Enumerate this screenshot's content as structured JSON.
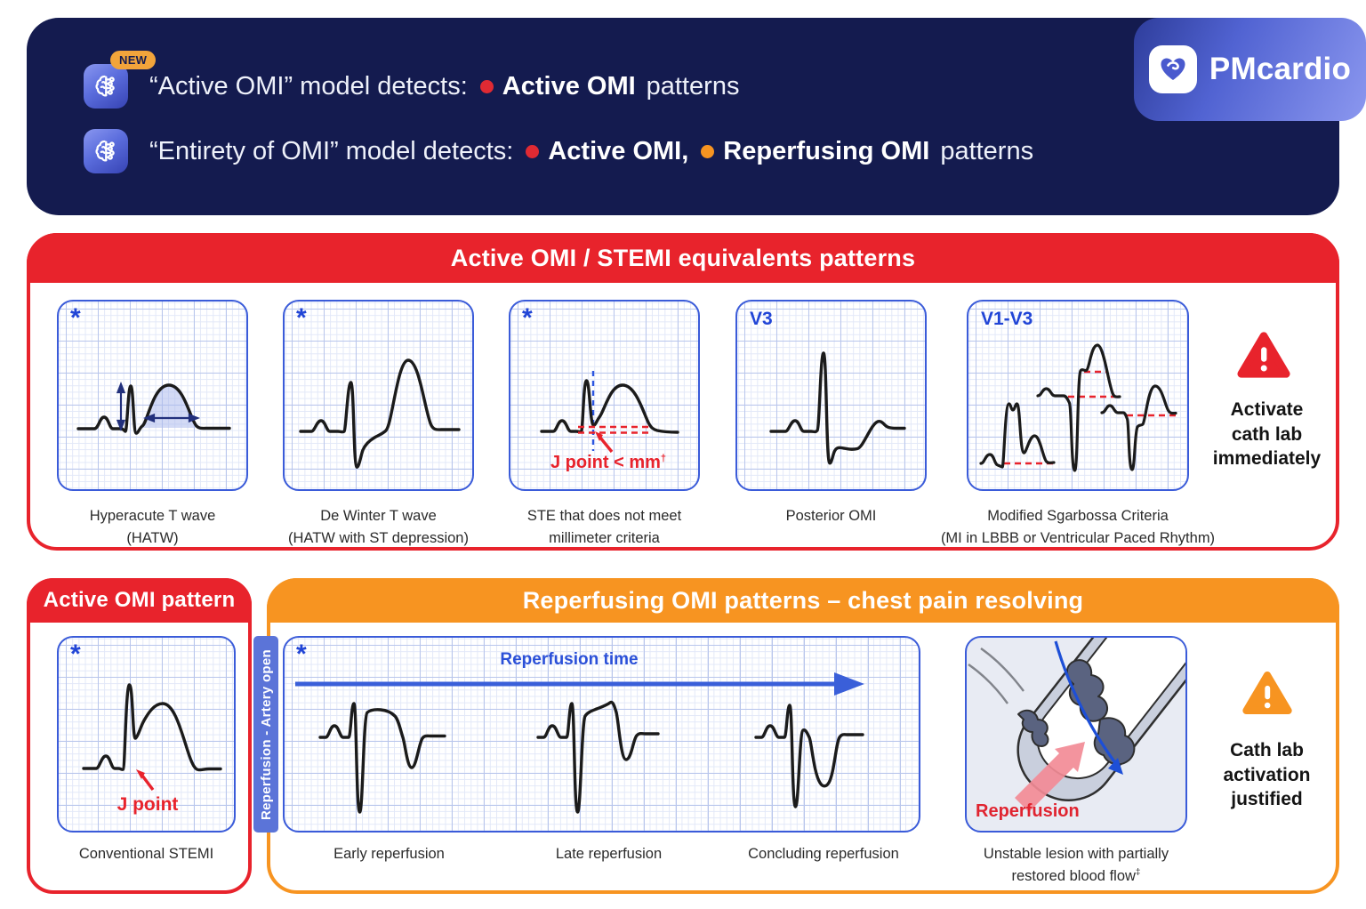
{
  "colors": {
    "navy_banner": "#141b4f",
    "red": "#e8232c",
    "orange": "#f79421",
    "blue_accent": "#2b50d8",
    "blue_card_border": "#3a5bd9",
    "blue_bar": "#5b74d8",
    "trace": "#1b1b1b"
  },
  "banner": {
    "badge": "NEW",
    "line1": {
      "prefix": "“Active OMI” model detects:",
      "item1": "Active OMI",
      "suffix": "patterns"
    },
    "line2": {
      "prefix": "“Entirety of OMI” model detects:",
      "item1": "Active OMI,",
      "item2": "Reperfusing OMI",
      "suffix": "patterns"
    },
    "logo_text": "PMcardio"
  },
  "active_section": {
    "title": "Active OMI / STEMI equivalents patterns",
    "cards": [
      {
        "lead": "*",
        "caption": "Hyperacute T wave\n(HATW)"
      },
      {
        "lead": "*",
        "caption": "De Winter T wave\n(HATW with ST depression)"
      },
      {
        "lead": "*",
        "caption": "STE that does not meet\nmillimeter criteria",
        "annotation": "J point < mm",
        "annotation_sup": "†"
      },
      {
        "lead": "V3",
        "caption": "Posterior OMI"
      },
      {
        "lead": "V1-V3",
        "caption": "Modified Sgarbossa Criteria\n(MI in LBBB or Ventricular Paced Rhythm)"
      }
    ],
    "warning": "Activate\ncath lab\nimmediately"
  },
  "pattern_section": {
    "title": "Active OMI pattern",
    "card_lead": "*",
    "annotation": "J point",
    "caption": "Conventional STEMI"
  },
  "reperfusion_section": {
    "title": "Reperfusing OMI patterns – chest pain resolving",
    "bar_label": "Reperfusion - Artery open",
    "panel_lead": "*",
    "arrow_label": "Reperfusion time",
    "captions": [
      "Early reperfusion",
      "Late reperfusion",
      "Concluding reperfusion"
    ],
    "artery_label": "Reperfusion",
    "artery_caption": "Unstable lesion with partially\nrestored blood flow",
    "artery_caption_sup": "‡",
    "warning": "Cath lab\nactivation\njustified"
  }
}
